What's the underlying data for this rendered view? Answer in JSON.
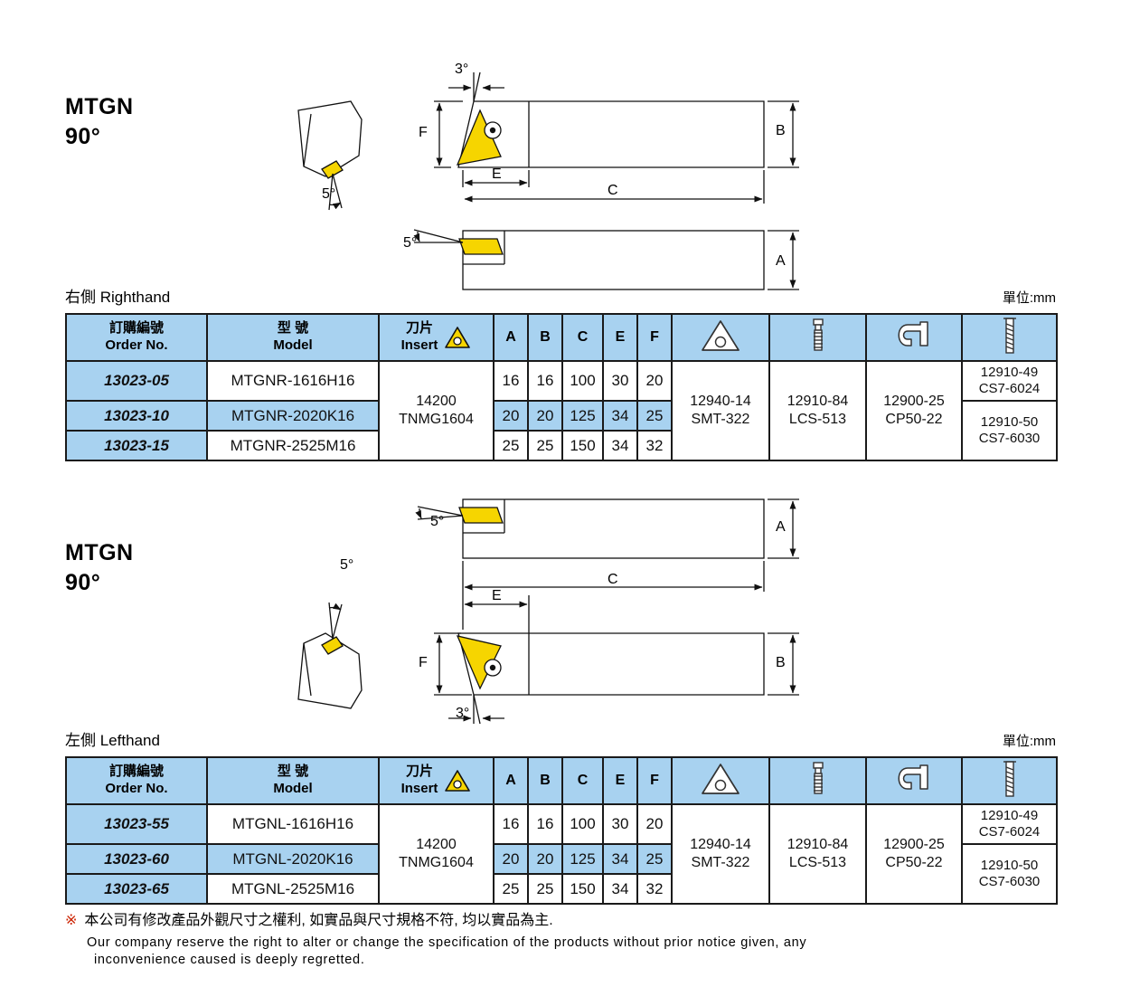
{
  "page": {
    "unit": "單位:mm"
  },
  "drawing_labels": {
    "deg3": "3°",
    "deg5": "5°",
    "A": "A",
    "B": "B",
    "C": "C",
    "E": "E",
    "F": "F"
  },
  "sections": [
    {
      "title": "MTGN",
      "angle": "90°",
      "hand_label": "右側 Righthand",
      "table": {
        "headers": {
          "order_zh": "訂購編號",
          "order_en": "Order No.",
          "model_zh": "型 號",
          "model_en": "Model",
          "insert_zh": "刀片",
          "insert_en": "Insert",
          "dims": [
            "A",
            "B",
            "C",
            "E",
            "F"
          ]
        },
        "insert": [
          "14200",
          "TNMG1604"
        ],
        "rows": [
          {
            "order": "13023-05",
            "model": "MTGNR-1616H16",
            "A": "16",
            "B": "16",
            "C": "100",
            "E": "30",
            "F": "20"
          },
          {
            "order": "13023-10",
            "model": "MTGNR-2020K16",
            "A": "20",
            "B": "20",
            "C": "125",
            "E": "34",
            "F": "25"
          },
          {
            "order": "13023-15",
            "model": "MTGNR-2525M16",
            "A": "25",
            "B": "25",
            "C": "150",
            "E": "34",
            "F": "32"
          }
        ],
        "shim": [
          "12940-14",
          "SMT-322"
        ],
        "shim_screw": [
          "12910-84",
          "LCS-513"
        ],
        "clamp": [
          "12900-25",
          "CP50-22"
        ],
        "clamp_screw_top": [
          "12910-49",
          "CS7-6024"
        ],
        "clamp_screw_bottom": [
          "12910-50",
          "CS7-6030"
        ]
      }
    },
    {
      "title": "MTGN",
      "angle": "90°",
      "hand_label": "左側 Lefthand",
      "table": {
        "headers": {
          "order_zh": "訂購編號",
          "order_en": "Order No.",
          "model_zh": "型 號",
          "model_en": "Model",
          "insert_zh": "刀片",
          "insert_en": "Insert",
          "dims": [
            "A",
            "B",
            "C",
            "E",
            "F"
          ]
        },
        "insert": [
          "14200",
          "TNMG1604"
        ],
        "rows": [
          {
            "order": "13023-55",
            "model": "MTGNL-1616H16",
            "A": "16",
            "B": "16",
            "C": "100",
            "E": "30",
            "F": "20"
          },
          {
            "order": "13023-60",
            "model": "MTGNL-2020K16",
            "A": "20",
            "B": "20",
            "C": "125",
            "E": "34",
            "F": "25"
          },
          {
            "order": "13023-65",
            "model": "MTGNL-2525M16",
            "A": "25",
            "B": "25",
            "C": "150",
            "E": "34",
            "F": "32"
          }
        ],
        "shim": [
          "12940-14",
          "SMT-322"
        ],
        "shim_screw": [
          "12910-84",
          "LCS-513"
        ],
        "clamp": [
          "12900-25",
          "CP50-22"
        ],
        "clamp_screw_top": [
          "12910-49",
          "CS7-6024"
        ],
        "clamp_screw_bottom": [
          "12910-50",
          "CS7-6030"
        ]
      }
    }
  ],
  "footer": {
    "mark": "※",
    "line_zh": "本公司有修改產品外觀尺寸之權利, 如實品與尺寸規格不符, 均以實品為主.",
    "line_en1": "Our company reserve the right to alter or change the specification of the products without prior notice given, any",
    "line_en2": "inconvenience caused is deeply regretted."
  }
}
